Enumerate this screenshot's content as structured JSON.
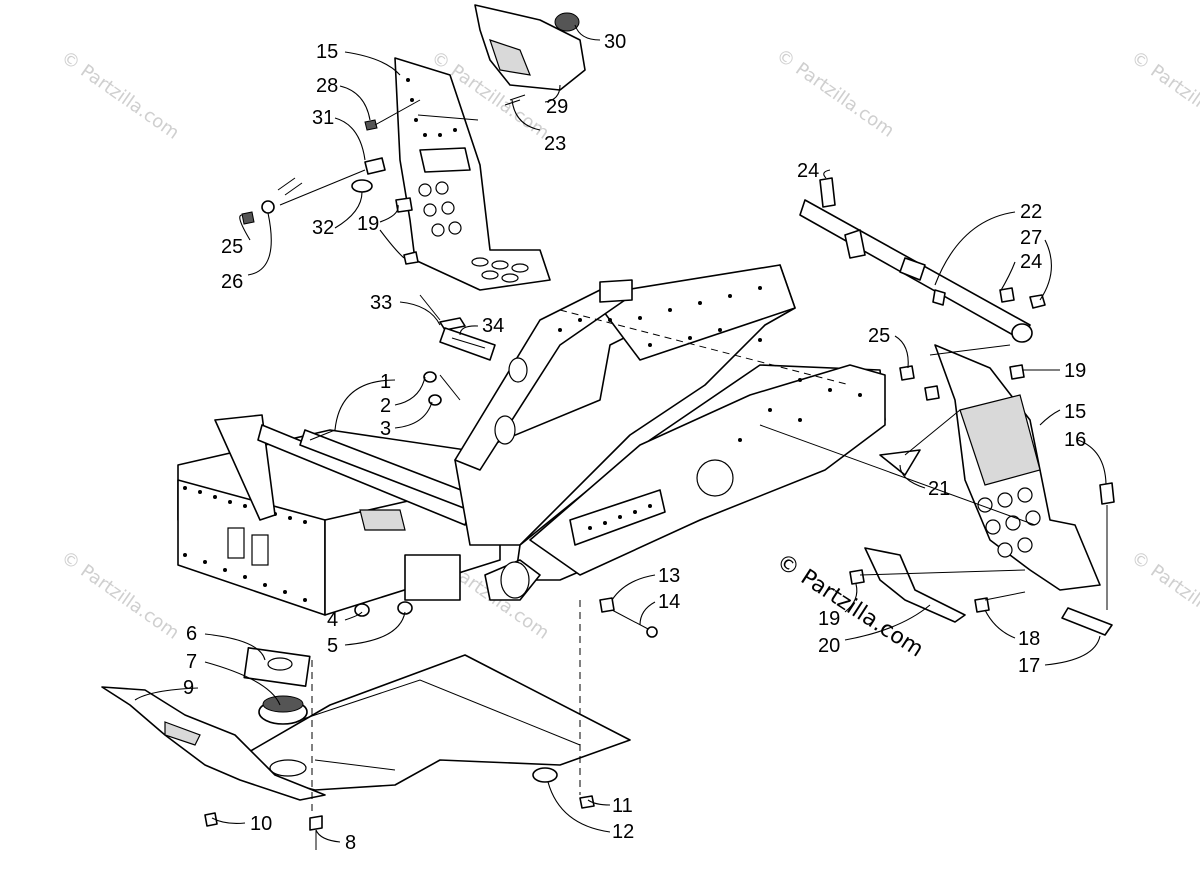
{
  "watermarks": [
    "© Partzilla.com",
    "© Partzilla.com",
    "© Partzilla.com",
    "© Partzilla.com",
    "© Partzilla.com",
    "© Partzilla.com",
    "© Partzilla.com",
    "© Partzilla.com"
  ],
  "main_watermark": "© Partzilla.com",
  "callouts": [
    "1",
    "2",
    "3",
    "4",
    "5",
    "6",
    "7",
    "8",
    "9",
    "10",
    "11",
    "12",
    "13",
    "14",
    "15",
    "15",
    "16",
    "17",
    "18",
    "19",
    "19",
    "19",
    "20",
    "21",
    "22",
    "23",
    "24",
    "24",
    "25",
    "25",
    "26",
    "27",
    "28",
    "29",
    "30",
    "31",
    "32",
    "33",
    "34"
  ]
}
